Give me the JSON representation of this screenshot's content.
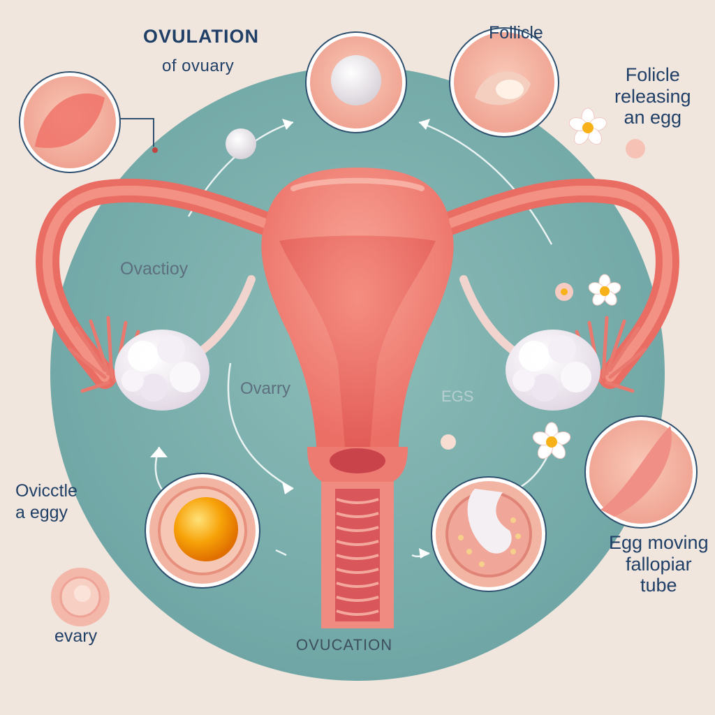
{
  "labels": {
    "title_main": "OVULATION",
    "title_sub": "of ovuary",
    "follicle": "Follicle",
    "releasing_line1": "Folicle",
    "releasing_line2": "releasing",
    "releasing_line3": "an egg",
    "ovactioy": "Ovactioy",
    "ovarry": "Ovarry",
    "faint_egs": "EGS",
    "ovicle_line1": "Ovicctle",
    "ovicle_line2": "a eggy",
    "evary": "evary",
    "moving_line1": "Egg moving",
    "moving_line2": "fallopiar",
    "moving_line3": "tube",
    "bottom_title": "OVUCATION"
  },
  "colors": {
    "background": "#f1e6de",
    "circle": "#7fb2af",
    "tissue": "#f2857c",
    "tissue_light": "#f7b4a3",
    "ovary": "#f5f0f5",
    "egg": "#f5a100",
    "text": "#1f3f66"
  }
}
